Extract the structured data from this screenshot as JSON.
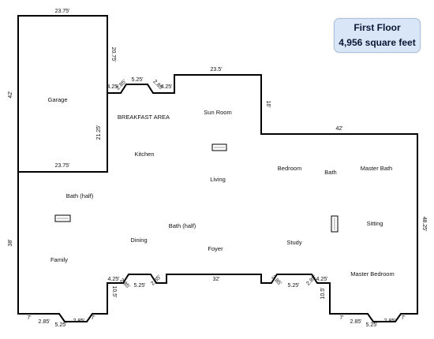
{
  "info": {
    "title": "First Floor",
    "area": "4,956 square feet"
  },
  "rooms": {
    "garage": "Garage",
    "breakfast": "BREAKFAST AREA",
    "sunroom": "Sun Room",
    "kitchen": "Kitchen",
    "living": "Living",
    "bedroom": "Bedroom",
    "bath": "Bath",
    "master_bath": "Master Bath",
    "bath_half_left": "Bath (half)",
    "bath_half_mid": "Bath (half)",
    "dining": "Dining",
    "foyer": "Foyer",
    "study": "Study",
    "sitting": "Sitting",
    "family": "Family",
    "master_bedroom": "Master Bedroom"
  },
  "dims": {
    "garage_top": "23.75'",
    "garage_bottom": "23.75'",
    "garage_left": "42'",
    "garage_right_upper": "20.75'",
    "garage_right_lower": "21.25'",
    "bay_top_a": "4.25'",
    "bay_top_b": "2.85'",
    "bay_top_c": "5.25'",
    "bay_top_d": "2.85'",
    "bay_top_e": "4.25'",
    "sunroom_top": "23.5'",
    "sunroom_right": "16'",
    "right_wing_top": "42'",
    "right_side": "48.25'",
    "left_side": "38'",
    "front_middle": "32'",
    "bay_mid_left_a": "4.25'",
    "bay_mid_left_b": "2.85'",
    "bay_mid_left_c": "5.25'",
    "bay_mid_left_d": "2.85'",
    "bay_mid_left_side": "10.5'",
    "bay_mid_right_a": "2.85'",
    "bay_mid_right_b": "5.25'",
    "bay_mid_right_c": "2.85'",
    "bay_mid_right_d": "4.25'",
    "bay_mid_right_side": "10.5'",
    "bottom_left_a": "7'",
    "bottom_left_b": "2.85'",
    "bottom_left_c": "5.25'",
    "bottom_left_d": "2.85'",
    "bottom_left_e": "7'",
    "bottom_right_a": "7'",
    "bottom_right_b": "2.85'",
    "bottom_right_c": "5.25'",
    "bottom_right_d": "2.85'",
    "bottom_right_e": "7'"
  }
}
